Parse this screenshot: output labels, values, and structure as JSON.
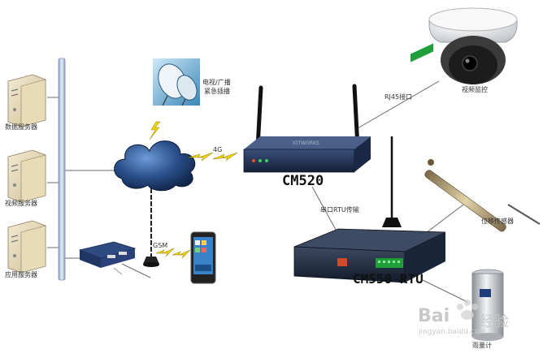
{
  "servers": [
    {
      "label": "数据服务器"
    },
    {
      "label": "视频服务器"
    },
    {
      "label": "应用服务器"
    }
  ],
  "broadcast": {
    "label_line1": "电视/广播",
    "label_line2": "紧急插播"
  },
  "camera": {
    "label": "视频监控"
  },
  "links": {
    "rj45": "RJ45接口",
    "fourg": "4G",
    "gsm": "GSM",
    "serial": "串口RTU传输"
  },
  "router": {
    "name": "CM520"
  },
  "rtu": {
    "name": "CM550 RTU"
  },
  "sensor": {
    "label": "位移传感器"
  },
  "rain_gauge": {
    "label": "雨量计"
  },
  "watermark": {
    "brand": "Bai",
    "brand2": "经验",
    "url": "jingyan.baidu.com"
  },
  "colors": {
    "rack_pole": "#b9c7e0",
    "cloud": "#1d3d6e",
    "router": "#1b2a4a",
    "rtu": "#1a2638",
    "terminal_green": "#1f9e3a",
    "lightning": "#f2d200"
  }
}
